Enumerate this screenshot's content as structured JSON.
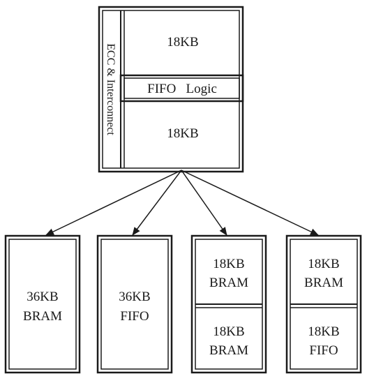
{
  "top_block": {
    "upper_half": "18KB",
    "fifo_logic": "FIFO   Logic",
    "lower_half": "18KB",
    "side_strip": "ECC & Interconnect"
  },
  "configs": [
    {
      "line1": "36KB",
      "line2": "BRAM"
    },
    {
      "line1": "36KB",
      "line2": "FIFO"
    },
    {
      "upper": {
        "line1": "18KB",
        "line2": "BRAM"
      },
      "lower": {
        "line1": "18KB",
        "line2": "BRAM"
      }
    },
    {
      "upper": {
        "line1": "18KB",
        "line2": "BRAM"
      },
      "lower": {
        "line1": "18KB",
        "line2": "FIFO"
      }
    }
  ]
}
